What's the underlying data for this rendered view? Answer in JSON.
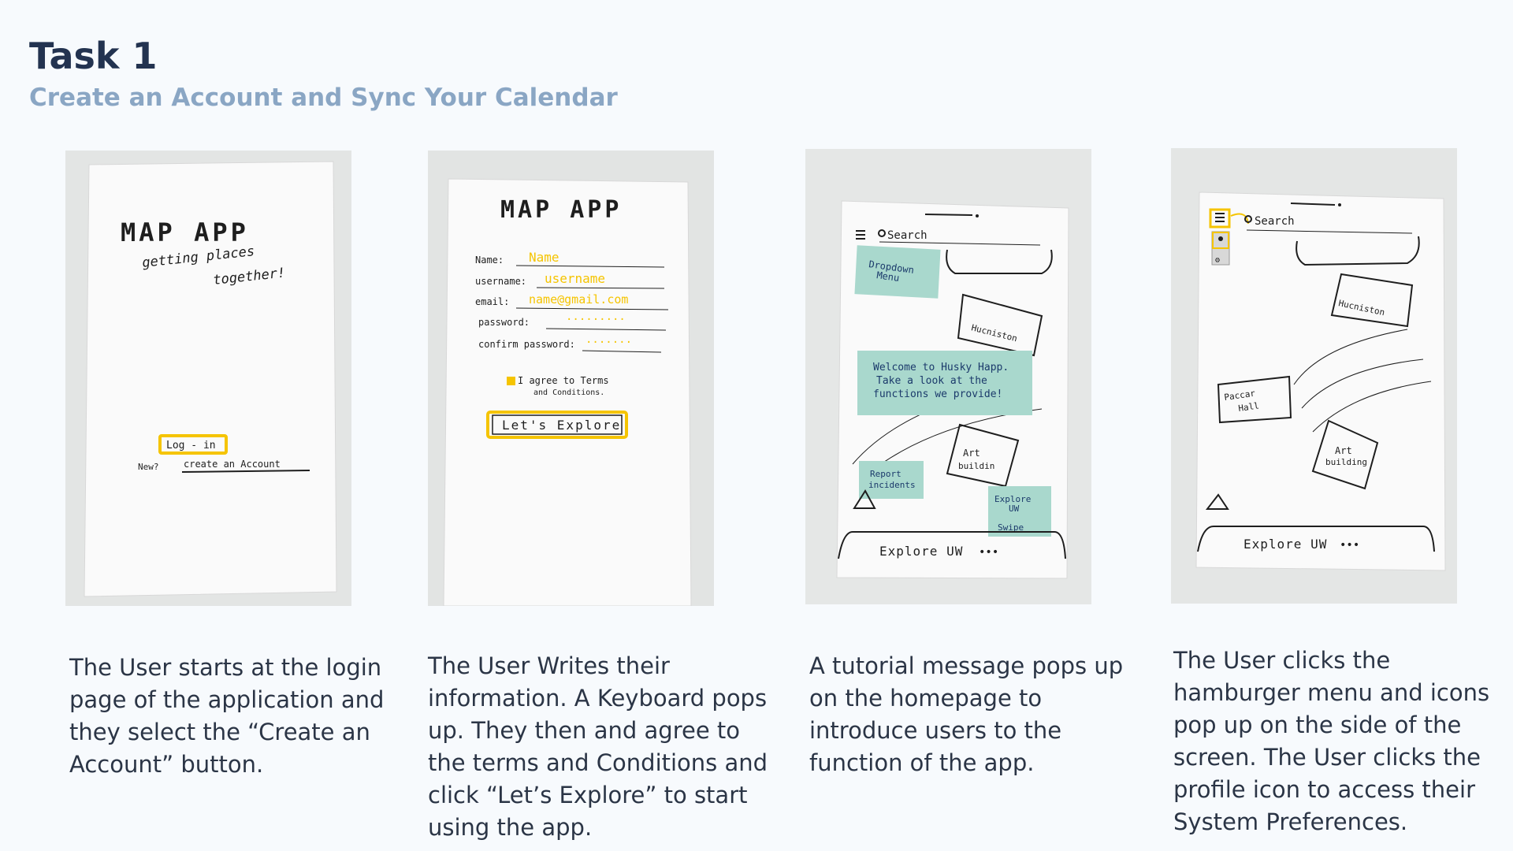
{
  "header": {
    "title": "Task 1",
    "subtitle": "Create an Account and Sync Your Calendar"
  },
  "steps": [
    {
      "sketch": {
        "app_title": "MAP APP",
        "tagline_1": "getting places",
        "tagline_2": "together!",
        "login": "Log - in",
        "new_label": "New?",
        "create_link": "create an Account"
      },
      "caption": "The User starts at the login page of the application and they select the “Create an Account” button."
    },
    {
      "sketch": {
        "app_title": "MAP APP",
        "name_label": "Name:",
        "name_value": "Name",
        "username_label": "username:",
        "username_value": "username",
        "email_label": "email:",
        "email_value": "name@gmail.com",
        "password_label": "password:",
        "password_value": "·········",
        "confirm_label": "confirm password:",
        "confirm_value": "·······",
        "agree_1": "I agree to Terms",
        "agree_2": "and Conditions.",
        "explore_button": "Let's Explore"
      },
      "caption": "The User Writes their information. A Keyboard pops up. They then and agree to the terms and Conditions and click “Let’s Explore” to start using the app."
    },
    {
      "sketch": {
        "search": "Search",
        "dropdown_1": "Dropdown",
        "dropdown_2": "Menu",
        "building_1": "Hucniston",
        "welcome_1": "Welcome to Husky Happ.",
        "welcome_2": "Take a look at the",
        "welcome_3": "functions we provide!",
        "building_2": "Art",
        "building_2b": "buildin",
        "report_1": "Report",
        "report_2": "incidents",
        "explore_1": "Explore",
        "explore_2": "UW",
        "explore_3": "Swipe",
        "bottom_bar": "Explore UW"
      },
      "caption": "A tutorial message pops up on the homepage to introduce users to the function of the app."
    },
    {
      "sketch": {
        "search": "Search",
        "building_1": "Hucniston",
        "building_3": "Paccar",
        "building_3b": "Hall",
        "building_2": "Art",
        "building_2b": "building",
        "bottom_bar": "Explore UW"
      },
      "caption": "The User clicks the hamburger menu and icons pop up on the side of the screen. The User clicks the profile icon to access their System Preferences."
    }
  ],
  "colors": {
    "highlight_yellow": "#f5c400",
    "sticky_note": "#a9d8cd",
    "title": "#233350",
    "subtitle": "#8aa6c4"
  }
}
